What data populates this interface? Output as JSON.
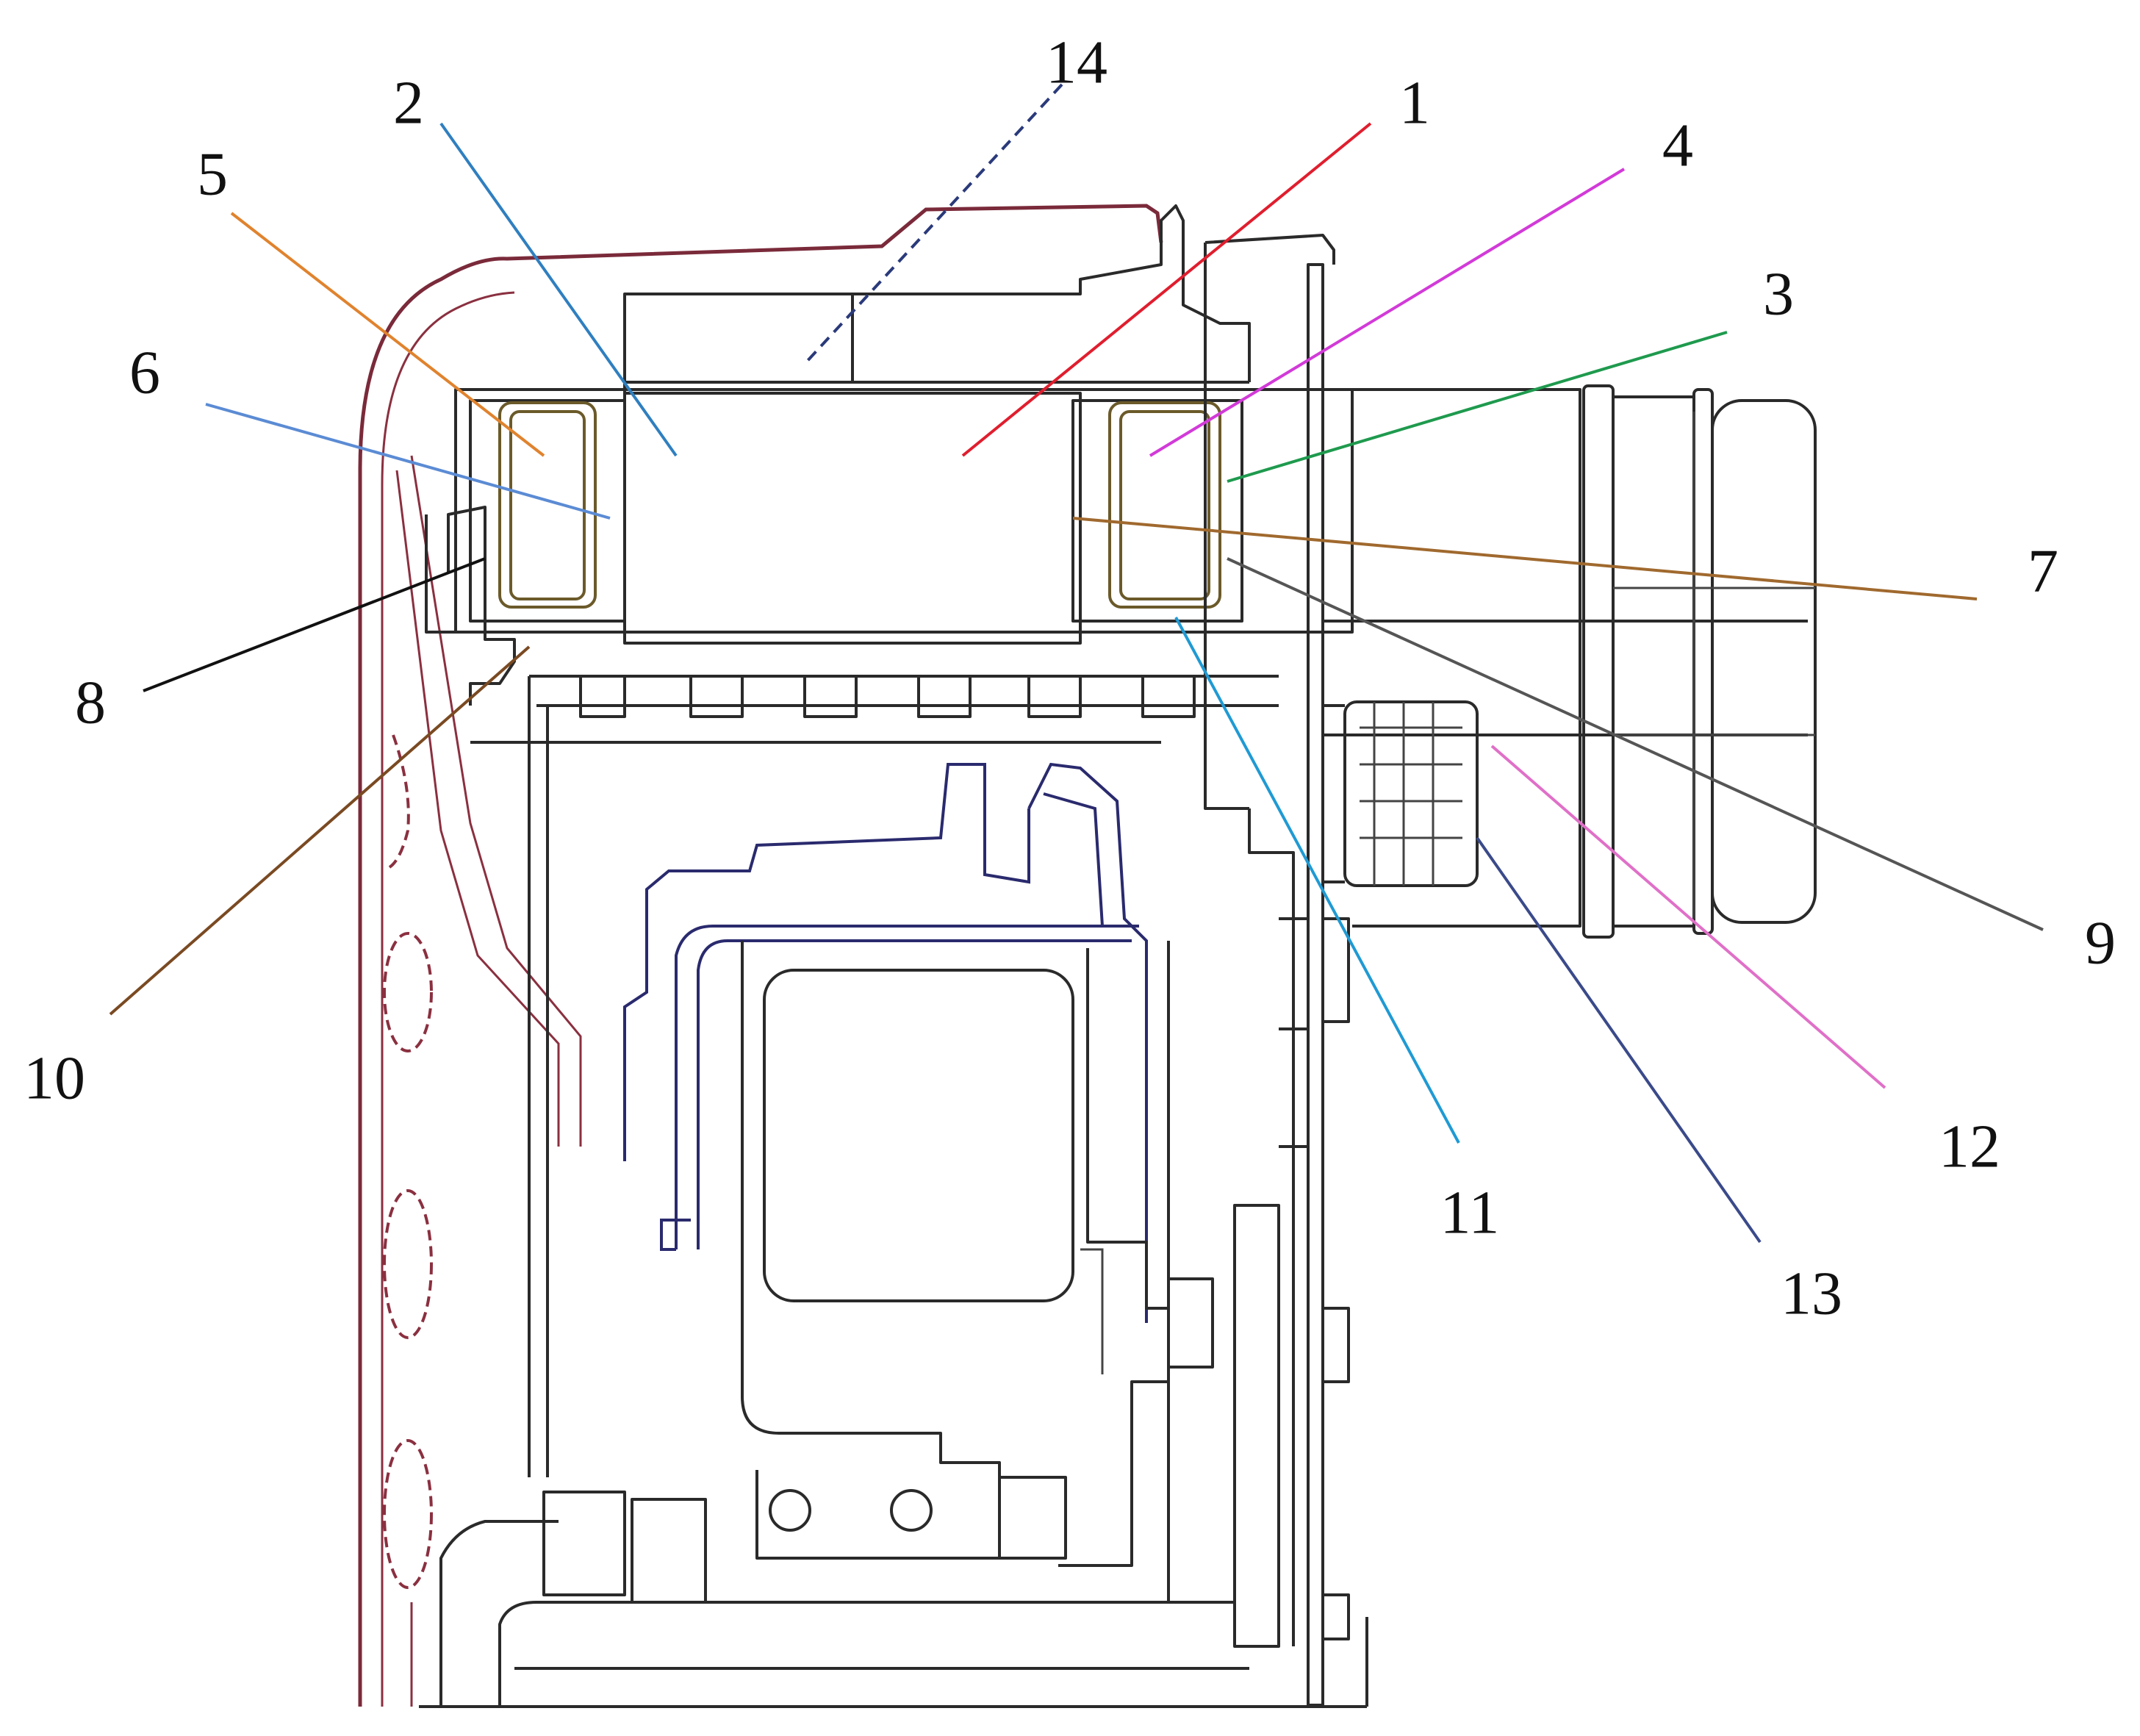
{
  "callouts": [
    {
      "id": "1",
      "label": "1",
      "color": "#e01e2e"
    },
    {
      "id": "2",
      "label": "2",
      "color": "#2f7fc0"
    },
    {
      "id": "3",
      "label": "3",
      "color": "#1f9a4e"
    },
    {
      "id": "4",
      "label": "4",
      "color": "#d23ad8"
    },
    {
      "id": "5",
      "label": "5",
      "color": "#e0832e"
    },
    {
      "id": "6",
      "label": "6",
      "color": "#5b8bd4"
    },
    {
      "id": "7",
      "label": "7",
      "color": "#a0692e"
    },
    {
      "id": "8",
      "label": "8",
      "color": "#111111"
    },
    {
      "id": "9",
      "label": "9",
      "color": "#555555"
    },
    {
      "id": "10",
      "label": "10",
      "color": "#7a4a22"
    },
    {
      "id": "11",
      "label": "11",
      "color": "#1f9ad4"
    },
    {
      "id": "12",
      "label": "12",
      "color": "#e070c8"
    },
    {
      "id": "13",
      "label": "13",
      "color": "#3a4a8a"
    },
    {
      "id": "14",
      "label": "14",
      "color": "#2a3a7a",
      "dashed": true
    }
  ]
}
